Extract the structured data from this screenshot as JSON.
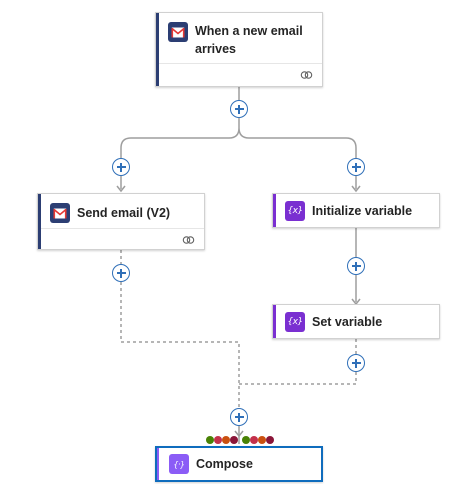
{
  "nodes": {
    "trigger": {
      "title_line1": "When a new email",
      "title_line2": "arrives",
      "icon": "outlook-mail-icon",
      "accent_color": "#2c3e73"
    },
    "send_email": {
      "title": "Send email (V2)",
      "icon": "outlook-mail-icon",
      "accent_color": "#2c3e73"
    },
    "init_variable": {
      "title": "Initialize variable",
      "icon": "variable-icon",
      "accent_color": "#7a2fd1"
    },
    "set_variable": {
      "title": "Set variable",
      "icon": "variable-icon",
      "accent_color": "#7a2fd1"
    },
    "compose": {
      "title": "Compose",
      "icon": "compose-icon",
      "accent_color": "#8b5cf6",
      "selected_border": "#0f6cbd"
    }
  },
  "run_after_dots_left": [
    "#498205",
    "#c4314b",
    "#ca5010",
    "#8a1538"
  ],
  "run_after_dots_right": [
    "#498205",
    "#c4314b",
    "#ca5010",
    "#8a1538"
  ],
  "colors": {
    "connector": "#9e9e9e",
    "add_button": "#2f6fb8"
  }
}
